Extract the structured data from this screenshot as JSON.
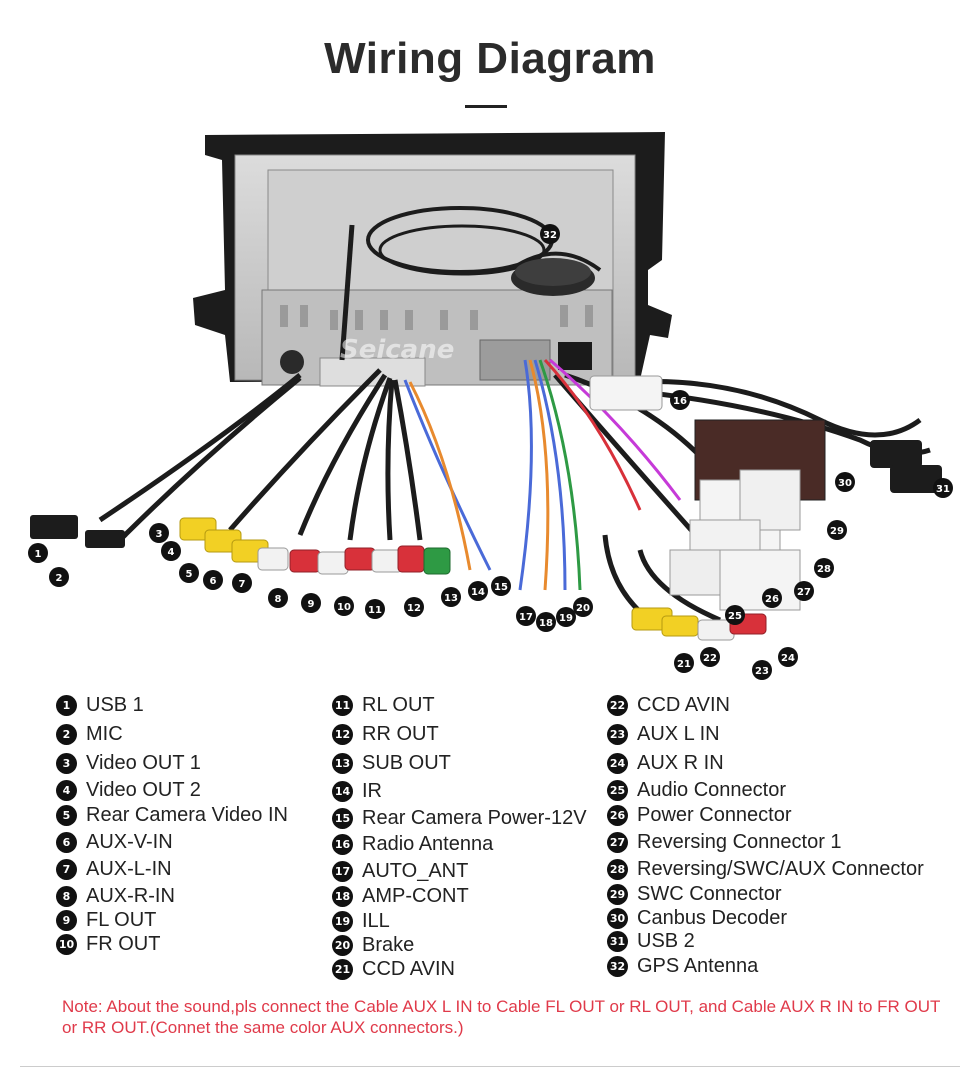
{
  "title": "Wiring Diagram",
  "watermark": "Seicane",
  "legend": [
    [
      {
        "n": "1",
        "label": "USB 1"
      },
      {
        "n": "2",
        "label": "MIC"
      },
      {
        "n": "3",
        "label": "Video OUT 1"
      },
      {
        "n": "4",
        "label": "Video OUT 2"
      },
      {
        "n": "5",
        "label": "Rear Camera Video IN"
      },
      {
        "n": "6",
        "label": "AUX-V-IN"
      },
      {
        "n": "7",
        "label": "AUX-L-IN"
      },
      {
        "n": "8",
        "label": "AUX-R-IN"
      },
      {
        "n": "9",
        "label": "FL OUT"
      },
      {
        "n": "10",
        "label": "FR OUT"
      }
    ],
    [
      {
        "n": "11",
        "label": "RL OUT"
      },
      {
        "n": "12",
        "label": "RR OUT"
      },
      {
        "n": "13",
        "label": "SUB OUT"
      },
      {
        "n": "14",
        "label": "IR"
      },
      {
        "n": "15",
        "label": "Rear Camera Power-12V"
      },
      {
        "n": "16",
        "label": "Radio Antenna"
      },
      {
        "n": "17",
        "label": "AUTO_ANT"
      },
      {
        "n": "18",
        "label": "AMP-CONT"
      },
      {
        "n": "19",
        "label": "ILL"
      },
      {
        "n": "20",
        "label": "Brake"
      },
      {
        "n": "21",
        "label": "CCD AVIN"
      }
    ],
    [
      {
        "n": "22",
        "label": "CCD AVIN"
      },
      {
        "n": "23",
        "label": "AUX L IN"
      },
      {
        "n": "24",
        "label": "AUX R IN"
      },
      {
        "n": "25",
        "label": "Audio Connector"
      },
      {
        "n": "26",
        "label": "Power Connector"
      },
      {
        "n": "27",
        "label": "Reversing Connector 1"
      },
      {
        "n": "28",
        "label": "Reversing/SWC/AUX Connector"
      },
      {
        "n": "29",
        "label": "SWC Connector"
      },
      {
        "n": "30",
        "label": "Canbus Decoder"
      },
      {
        "n": "31",
        "label": "USB 2"
      },
      {
        "n": "32",
        "label": "GPS Antenna"
      }
    ]
  ],
  "note": "Note: About the sound,pls connect the Cable AUX L IN to Cable FL OUT or RL OUT, and Cable AUX R IN to FR OUT or RR OUT.(Connet the same color AUX connectors.)",
  "colors": {
    "note": "#e03a4a",
    "rca_yellow": "#f2d024",
    "rca_red": "#d8313a",
    "rca_white": "#f2f2f2",
    "rca_green": "#2e9a44"
  }
}
